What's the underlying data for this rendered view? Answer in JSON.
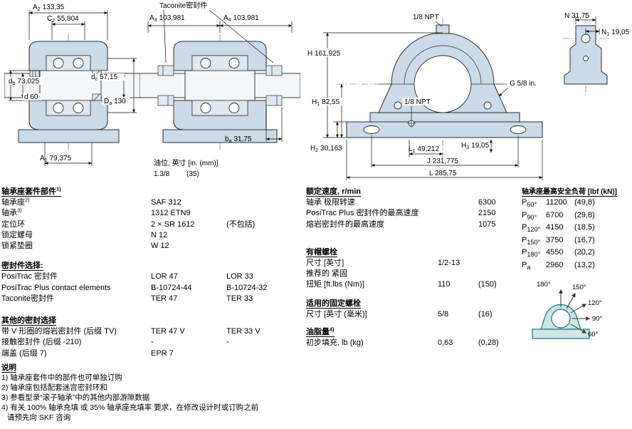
{
  "meta": {
    "drawing_fill": "#ccdbe9",
    "drawing_fill_light": "#dfe8f1",
    "teal_stroke": "#17777d",
    "teal_fill": "#cfe5e6",
    "ink": "#000000",
    "background": "#ffffff"
  },
  "drawing_left": {
    "a2": {
      "base": "A",
      "sub": "2",
      "value": "133,35"
    },
    "c2": {
      "base": "C",
      "sub": "2",
      "value": "55,804"
    },
    "db": {
      "base": "d",
      "sub": "b",
      "value": "73,025"
    },
    "d": "d 60",
    "dc": {
      "base": "d",
      "sub": "c",
      "value": "57,15"
    },
    "Da": {
      "base": "D",
      "sub": "a",
      "value": "130"
    },
    "a1": {
      "base": "A",
      "sub": "1",
      "value": "79,375"
    }
  },
  "drawing_mid": {
    "title": "Taconite密封件",
    "a3": {
      "base": "A",
      "sub": "3",
      "value": "103,981"
    },
    "a4": {
      "base": "A",
      "sub": "4",
      "value": "103,981"
    },
    "ba": {
      "base": "b",
      "sub": "a",
      "value": "31,75"
    },
    "oil_label": "油位, 英寸 [in. (mm)]",
    "oil_v1": "1.3/8",
    "oil_v2": "(35)"
  },
  "drawing_front": {
    "npt_top": "1/8 NPT",
    "npt_mid": "1/8 NPT",
    "H": "H 161,925",
    "H1": {
      "base": "H",
      "sub": "1",
      "value": "82,55"
    },
    "H2": {
      "base": "H",
      "sub": "2",
      "value": "30,163"
    },
    "H3": {
      "base": "H",
      "sub": "3",
      "value": "19,05"
    },
    "L1": {
      "base": "L",
      "sub": "1",
      "value": "49,212"
    },
    "G": "G 5/8 in.",
    "J": "J 231,775",
    "L": "L 285,75"
  },
  "drawing_side": {
    "N": "N 31,75",
    "N1": {
      "base": "N",
      "sub": "1",
      "value": "19,05"
    }
  },
  "load_diagram": {
    "angles": [
      "180°",
      "150°",
      "120°",
      "90°",
      "60°"
    ]
  },
  "left_col": {
    "s1": {
      "title": "轴承座套件部件",
      "sup": "1)",
      "rows": [
        {
          "label": "轴承座",
          "sup": "2)",
          "v1": "SAF 312",
          "v2": ""
        },
        {
          "label": "轴承",
          "sup": "3)",
          "v1": "1312 ETN9",
          "v2": ""
        },
        {
          "label": "定位环",
          "v1": "2 × SR 1612",
          "v2": "(不包括)"
        },
        {
          "label": "锁定螺母",
          "v1": "N 12",
          "v2": ""
        },
        {
          "label": "锁紧垫圈",
          "v1": "W 12",
          "v2": ""
        }
      ]
    },
    "s2": {
      "title": "密封件选择:",
      "rows": [
        {
          "label": "PosiTrac 密封件",
          "v1": "LOR 47",
          "v2": "LOR 33"
        },
        {
          "label": "PosiTrac Plus contact elements",
          "v1": "B-10724-44",
          "v2": "B-10724-32"
        },
        {
          "label": "Taconite密封件",
          "v1": "TER 47",
          "v2": "TER 33"
        }
      ]
    },
    "s3": {
      "title": "其他的密封选择",
      "rows": [
        {
          "label": "带 V 形圈的熔岩密封件 (后缀 TV)",
          "v1": "TER 47 V",
          "v2": "TER 33 V"
        },
        {
          "label": "接触密封件 (后缀 -210)",
          "v1": "-",
          "v2": "-"
        },
        {
          "label": "端盖 (后缀 7)",
          "v1": "EPR 7",
          "v2": ""
        }
      ]
    }
  },
  "mid_col": {
    "s1": {
      "title": "额定速度, r/min",
      "rows": [
        {
          "label": "轴承 极限转速",
          "v1": "",
          "v2": "6300"
        },
        {
          "label": "PosiTrac Plus 密封件的最高速度",
          "v1": "",
          "v2": "2150"
        },
        {
          "label": "熔岩密封件的最高速度",
          "v1": "",
          "v2": "1075"
        }
      ]
    },
    "s2": {
      "title": "有帽螺栓",
      "rows": [
        {
          "label": "尺寸 [英寸]",
          "v1": "1/2-13",
          "v2": ""
        },
        {
          "label": "推荐的 紧固",
          "v1": "",
          "v2": ""
        },
        {
          "label": "扭矩 [ft.lbs (Nm)]",
          "v1": "110",
          "v2": "(150)"
        }
      ]
    },
    "s3": {
      "title": "适用的固定螺栓",
      "rows": [
        {
          "label": "尺寸 [英寸 (毫米)]",
          "v1": "5/8",
          "v2": "(16)"
        }
      ]
    },
    "s4": {
      "title": "油脂量",
      "sup": "4)",
      "rows": [
        {
          "label": "初步填充, lb (kg)",
          "v1": "0,63",
          "v2": "(0,28)"
        }
      ]
    }
  },
  "right_col": {
    "title": "轴承座最高安全负荷 [lbf (kN)]",
    "rows": [
      {
        "base": "P",
        "sub": "60°",
        "v1": "11200",
        "v2": "(49,8)"
      },
      {
        "base": "P",
        "sub": "90°",
        "v1": "6700",
        "v2": "(29,8)"
      },
      {
        "base": "P",
        "sub": "120°",
        "v1": "4150",
        "v2": "(18,5)"
      },
      {
        "base": "P",
        "sub": "150°",
        "v1": "3750",
        "v2": "(16,7)"
      },
      {
        "base": "P",
        "sub": "180°",
        "v1": "4550",
        "v2": "(20,2)"
      },
      {
        "base": "P",
        "sub": "a",
        "v1": "2960",
        "v2": "(13,2)"
      }
    ]
  },
  "notes": {
    "title": "说明",
    "n1": "1) 轴承座套件中的部件也可单独订购",
    "n2": "2) 轴承座包括配套迷宫密封环和",
    "n3": "3) 参看型录“滚子轴承”中的其他内部游隙数据",
    "n4": "4) 有关 100% 轴承充填 或 35% 轴承座充填率 要求，在修改设计时或订购之前",
    "n5": "请预先向 SKF 咨询"
  }
}
